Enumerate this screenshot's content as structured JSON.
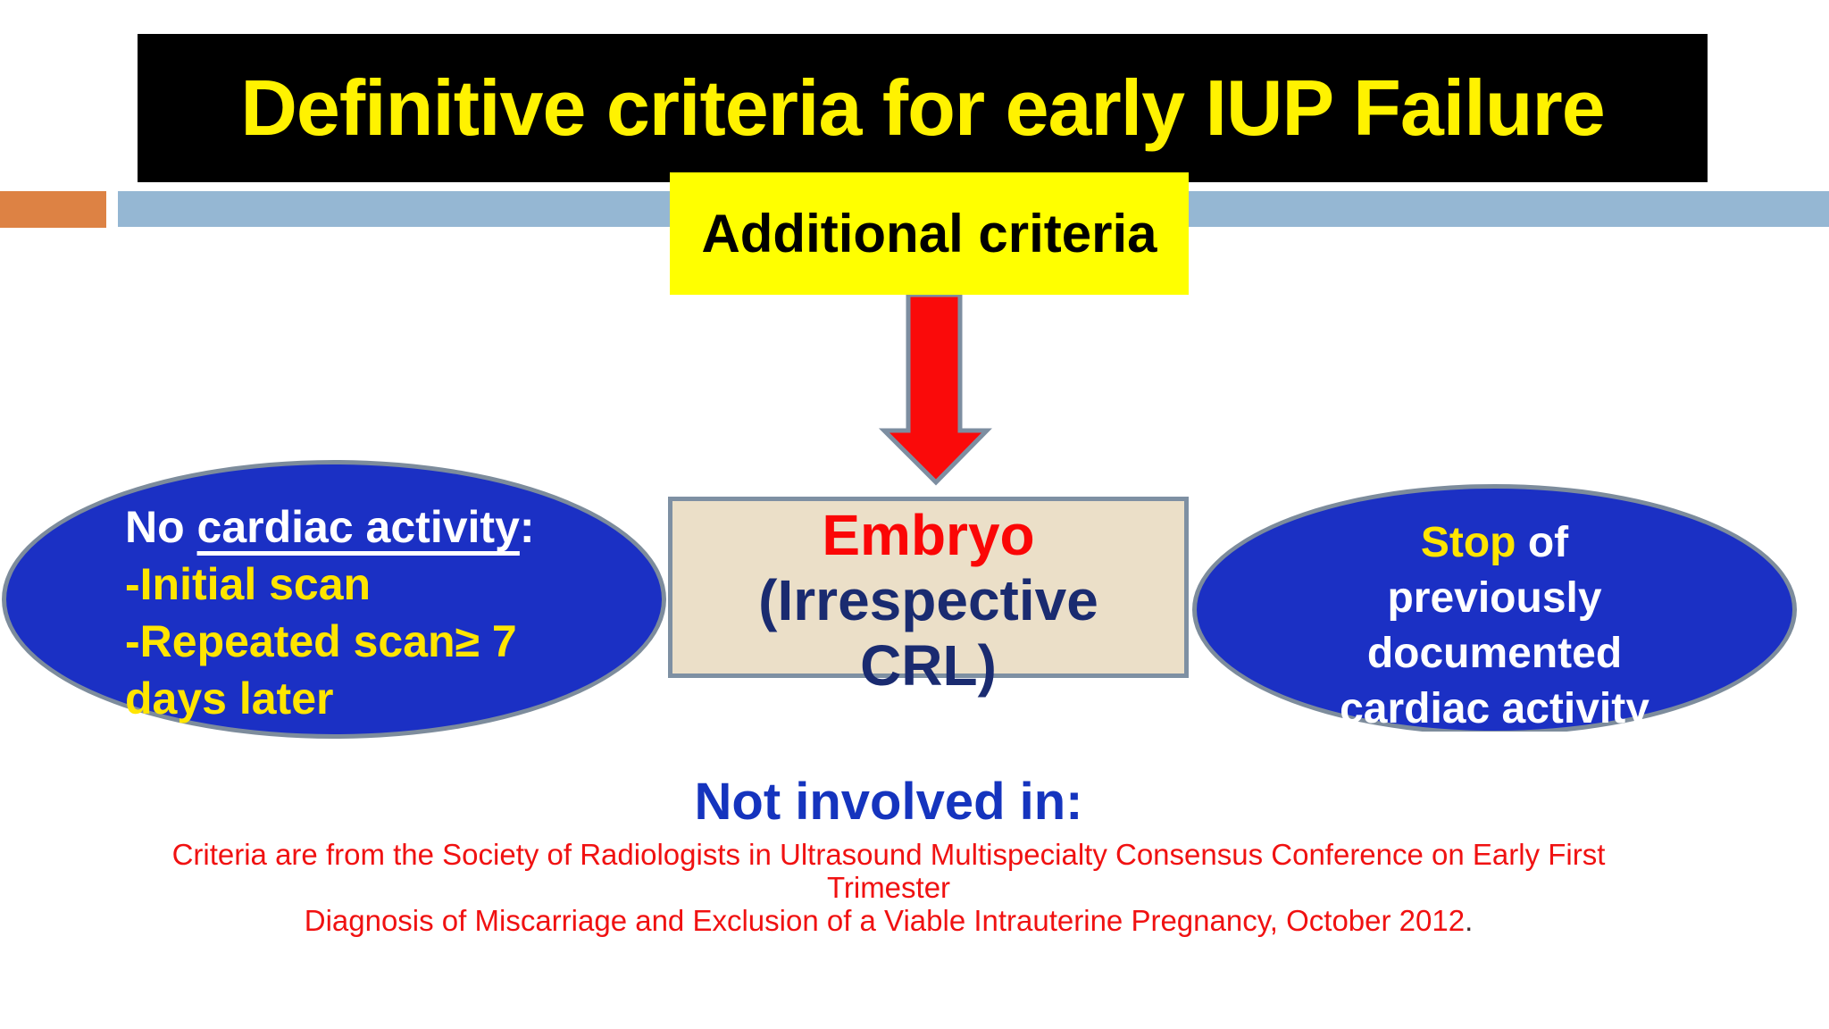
{
  "slide": {
    "title": "Definitive criteria for early IUP Failure",
    "additional_criteria_label": "Additional criteria",
    "embryo_box": {
      "line1": "Embryo",
      "line2": "(Irrespective",
      "line3": "CRL)"
    },
    "left_ellipse": {
      "line1_prefix": "No ",
      "line1_underlined": "cardiac activity",
      "line1_suffix": ":",
      "line2": "-Initial scan",
      "line3": "-Repeated scan≥ 7",
      "line4": "days later"
    },
    "right_ellipse": {
      "line1_highlight": "Stop",
      "line1_rest": " of",
      "line2": "previously",
      "line3": "documented",
      "line4_underlined": "cardiac activity"
    },
    "not_involved_heading": "Not involved in:",
    "citation": {
      "line1": "Criteria are from the Society of Radiologists in Ultrasound Multispecialty Consensus Conference on Early First",
      "line2": "Trimester",
      "line3": "Diagnosis of Miscarriage and Exclusion of a Viable Intrauterine Pregnancy, October 2012",
      "line3_period": "."
    },
    "colors": {
      "banner_bg": "#000000",
      "title_yellow": "#FFF200",
      "accent_bar_blue": "#95B7D3",
      "accent_square_orange": "#DD8244",
      "highlight_yellow": "#FFFF00",
      "arrow_red": "#FA0A0A",
      "arrow_outline": "#7D8EA1",
      "ellipse_blue": "#1B30C4",
      "ellipse_border": "#7D8C9C",
      "embryo_box_tan": "#EBDFC8",
      "embryo_box_border": "#7E90A3",
      "embryo_red": "#FB0606",
      "navy_text": "#1A2B70",
      "ellipse_text_yellow": "#FFE500",
      "heading_blue": "#1534BE",
      "citation_red": "#F01111"
    }
  }
}
